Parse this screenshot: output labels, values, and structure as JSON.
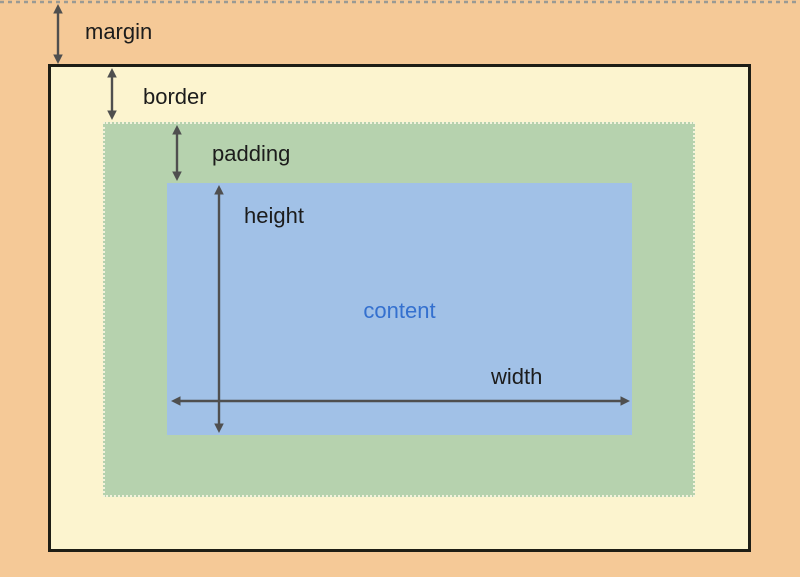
{
  "diagram": {
    "name": "css-box-model",
    "labels": {
      "margin": "margin",
      "border": "border",
      "padding": "padding",
      "height": "height",
      "content": "content",
      "width": "width"
    },
    "colors": {
      "margin_bg": "#f5c997",
      "border_bg": "#fcf4cf",
      "padding_bg": "#b6d2ae",
      "content_bg": "#a1c1e7",
      "content_text": "#3470cf",
      "label_text": "#1c1c1c",
      "arrow": "#4f4f4f",
      "box_border": "#1e1d15",
      "margin_edge_dash": "#9a9a94",
      "padding_edge_dash": "#f3f2dc"
    }
  }
}
